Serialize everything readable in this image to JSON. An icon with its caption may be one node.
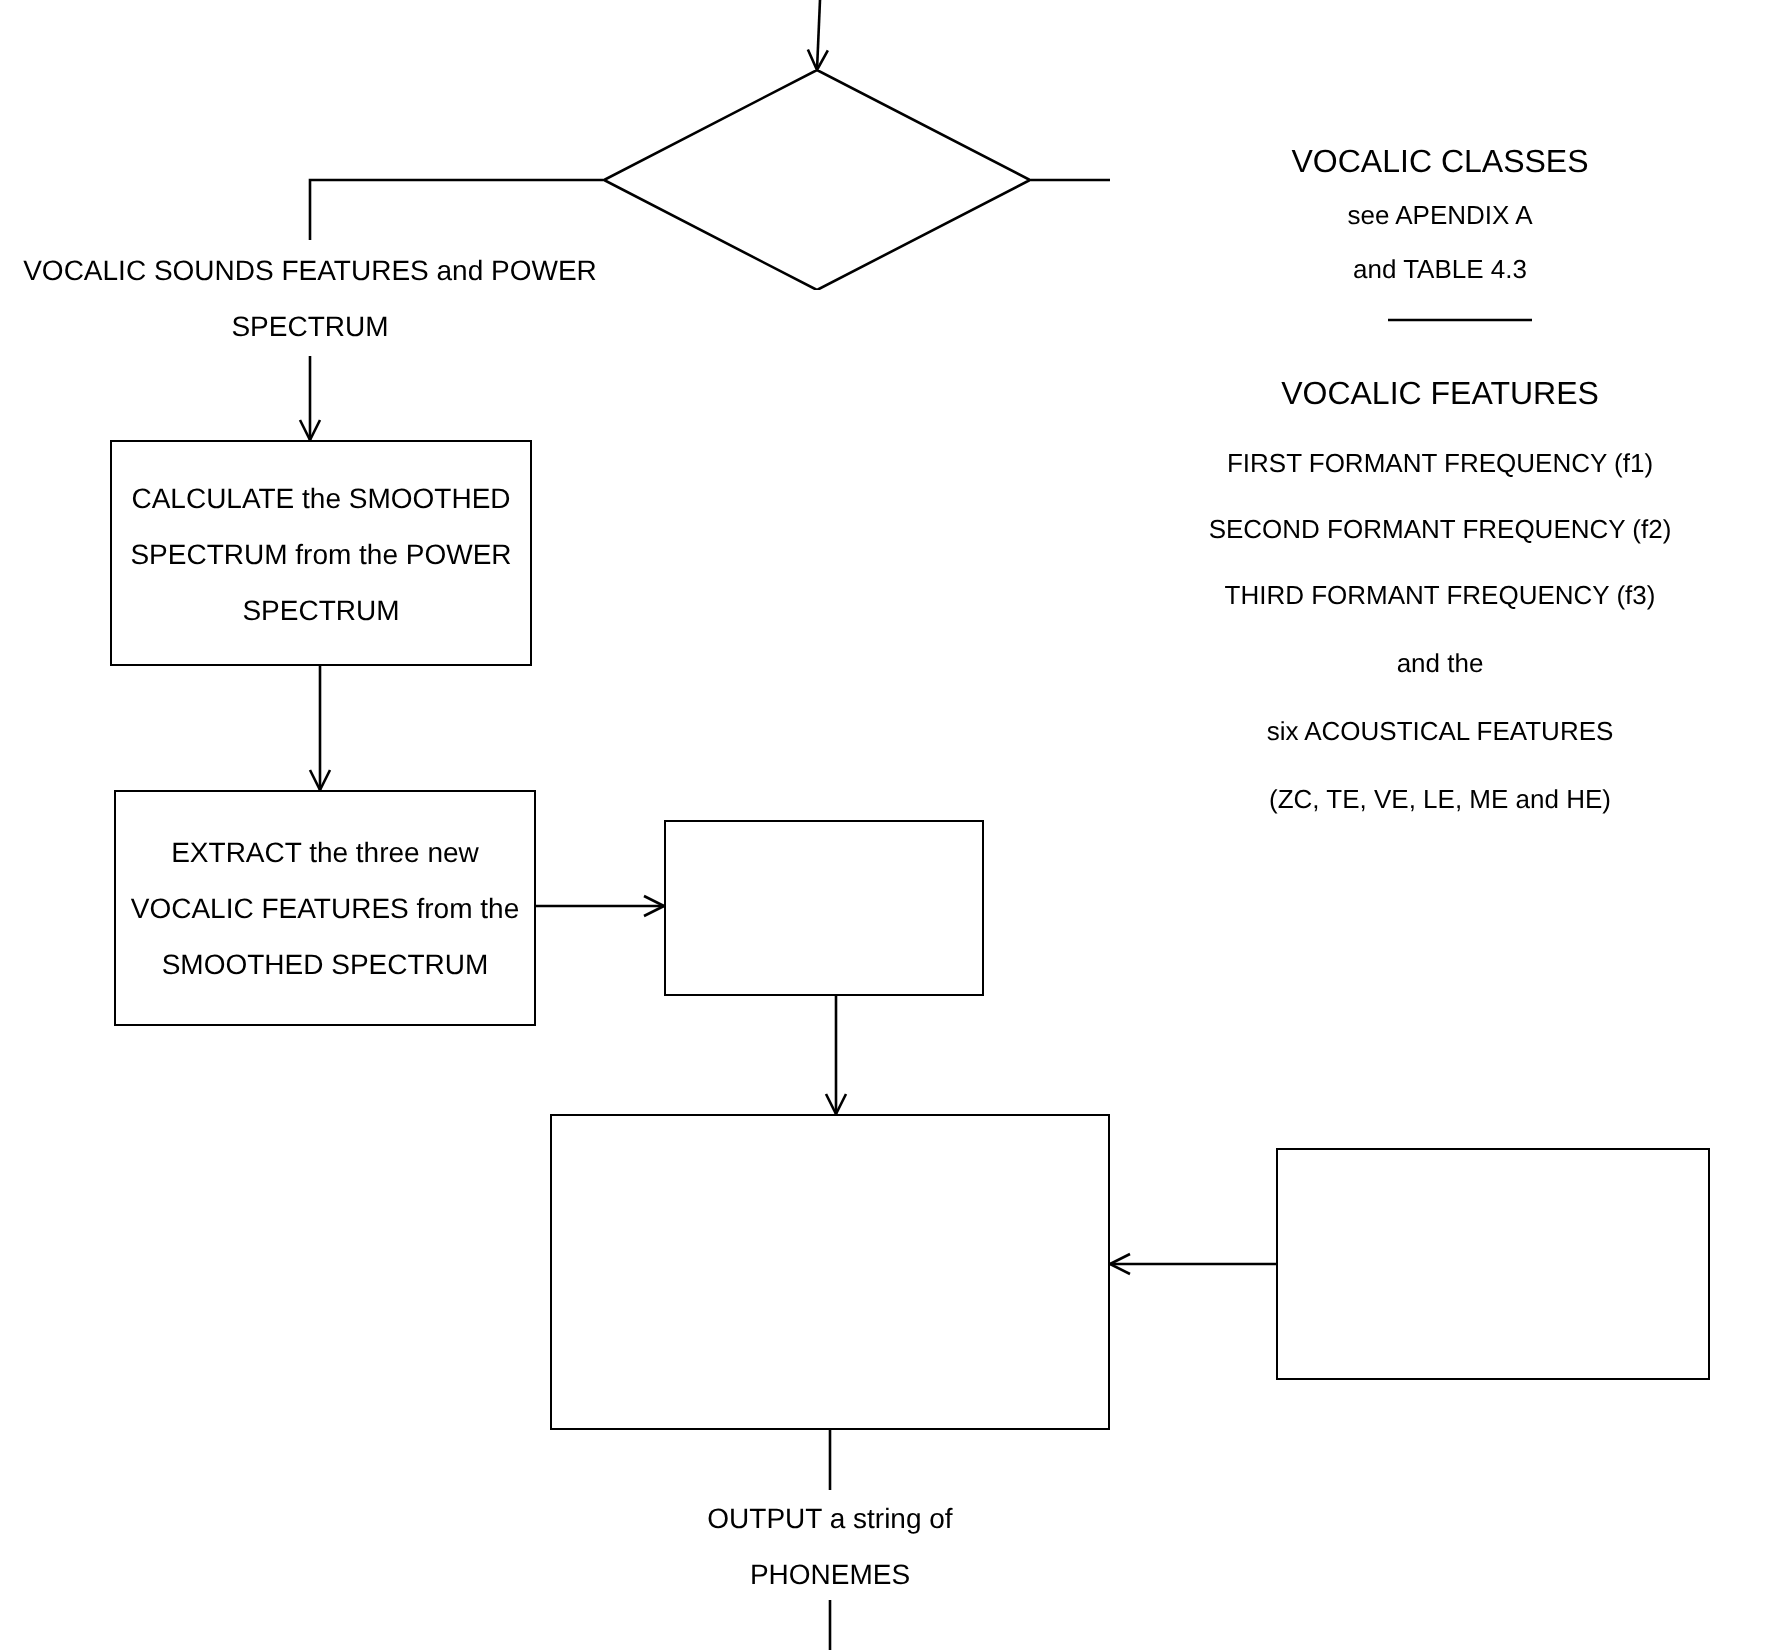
{
  "diagram": {
    "nodes": [
      {
        "text": [],
        "shape": "diamond"
      },
      {
        "text": [
          "VOCALIC SOUNDS FEATURES and POWER SPECTRUM"
        ]
      },
      {
        "text": [
          "CALCULATE the SMOOTHED SPECTRUM from the POWER SPECTRUM"
        ]
      },
      {
        "text": [
          "EXTRACT the three new VOCALIC FEATURES from the SMOOTHED SPECTRUM"
        ]
      },
      {
        "text": [],
        "shape": "box"
      },
      {
        "text": [],
        "shape": "box"
      },
      {
        "text": [],
        "shape": "box"
      },
      {
        "text": [
          "OUTPUT a string of PHONEMES"
        ]
      }
    ],
    "edges": [
      {
        "from": null,
        "to": 0,
        "arrow": "to"
      },
      {
        "from": 0,
        "to": 1,
        "arrow": "none"
      },
      {
        "from": 1,
        "to": 2,
        "arrow": "to"
      },
      {
        "from": 0,
        "to": null,
        "arrow": "none"
      },
      {
        "from": 2,
        "to": 3,
        "arrow": "to"
      },
      {
        "from": 3,
        "to": 4,
        "arrow": "to"
      },
      {
        "from": 4,
        "to": 5,
        "arrow": "to"
      },
      {
        "from": 6,
        "to": 5,
        "arrow": "to"
      },
      {
        "from": 5,
        "to": 7,
        "arrow": "none"
      },
      {
        "from": 7,
        "to": null,
        "arrow": "none"
      }
    ],
    "labels": [
      "VOCALIC CLASSES",
      "see APENDIX A",
      "and TABLE 4.3",
      "VOCALIC FEATURES",
      "FIRST FORMANT FREQUENCY (f1)",
      "SECOND FORMANT FREQUENCY (f2)",
      "THIRD FORMANT FREQUENCY (f3)",
      "and the",
      "six ACOUSTICAL FEATURES",
      "(ZC, TE, VE, LE, ME and HE)"
    ]
  }
}
